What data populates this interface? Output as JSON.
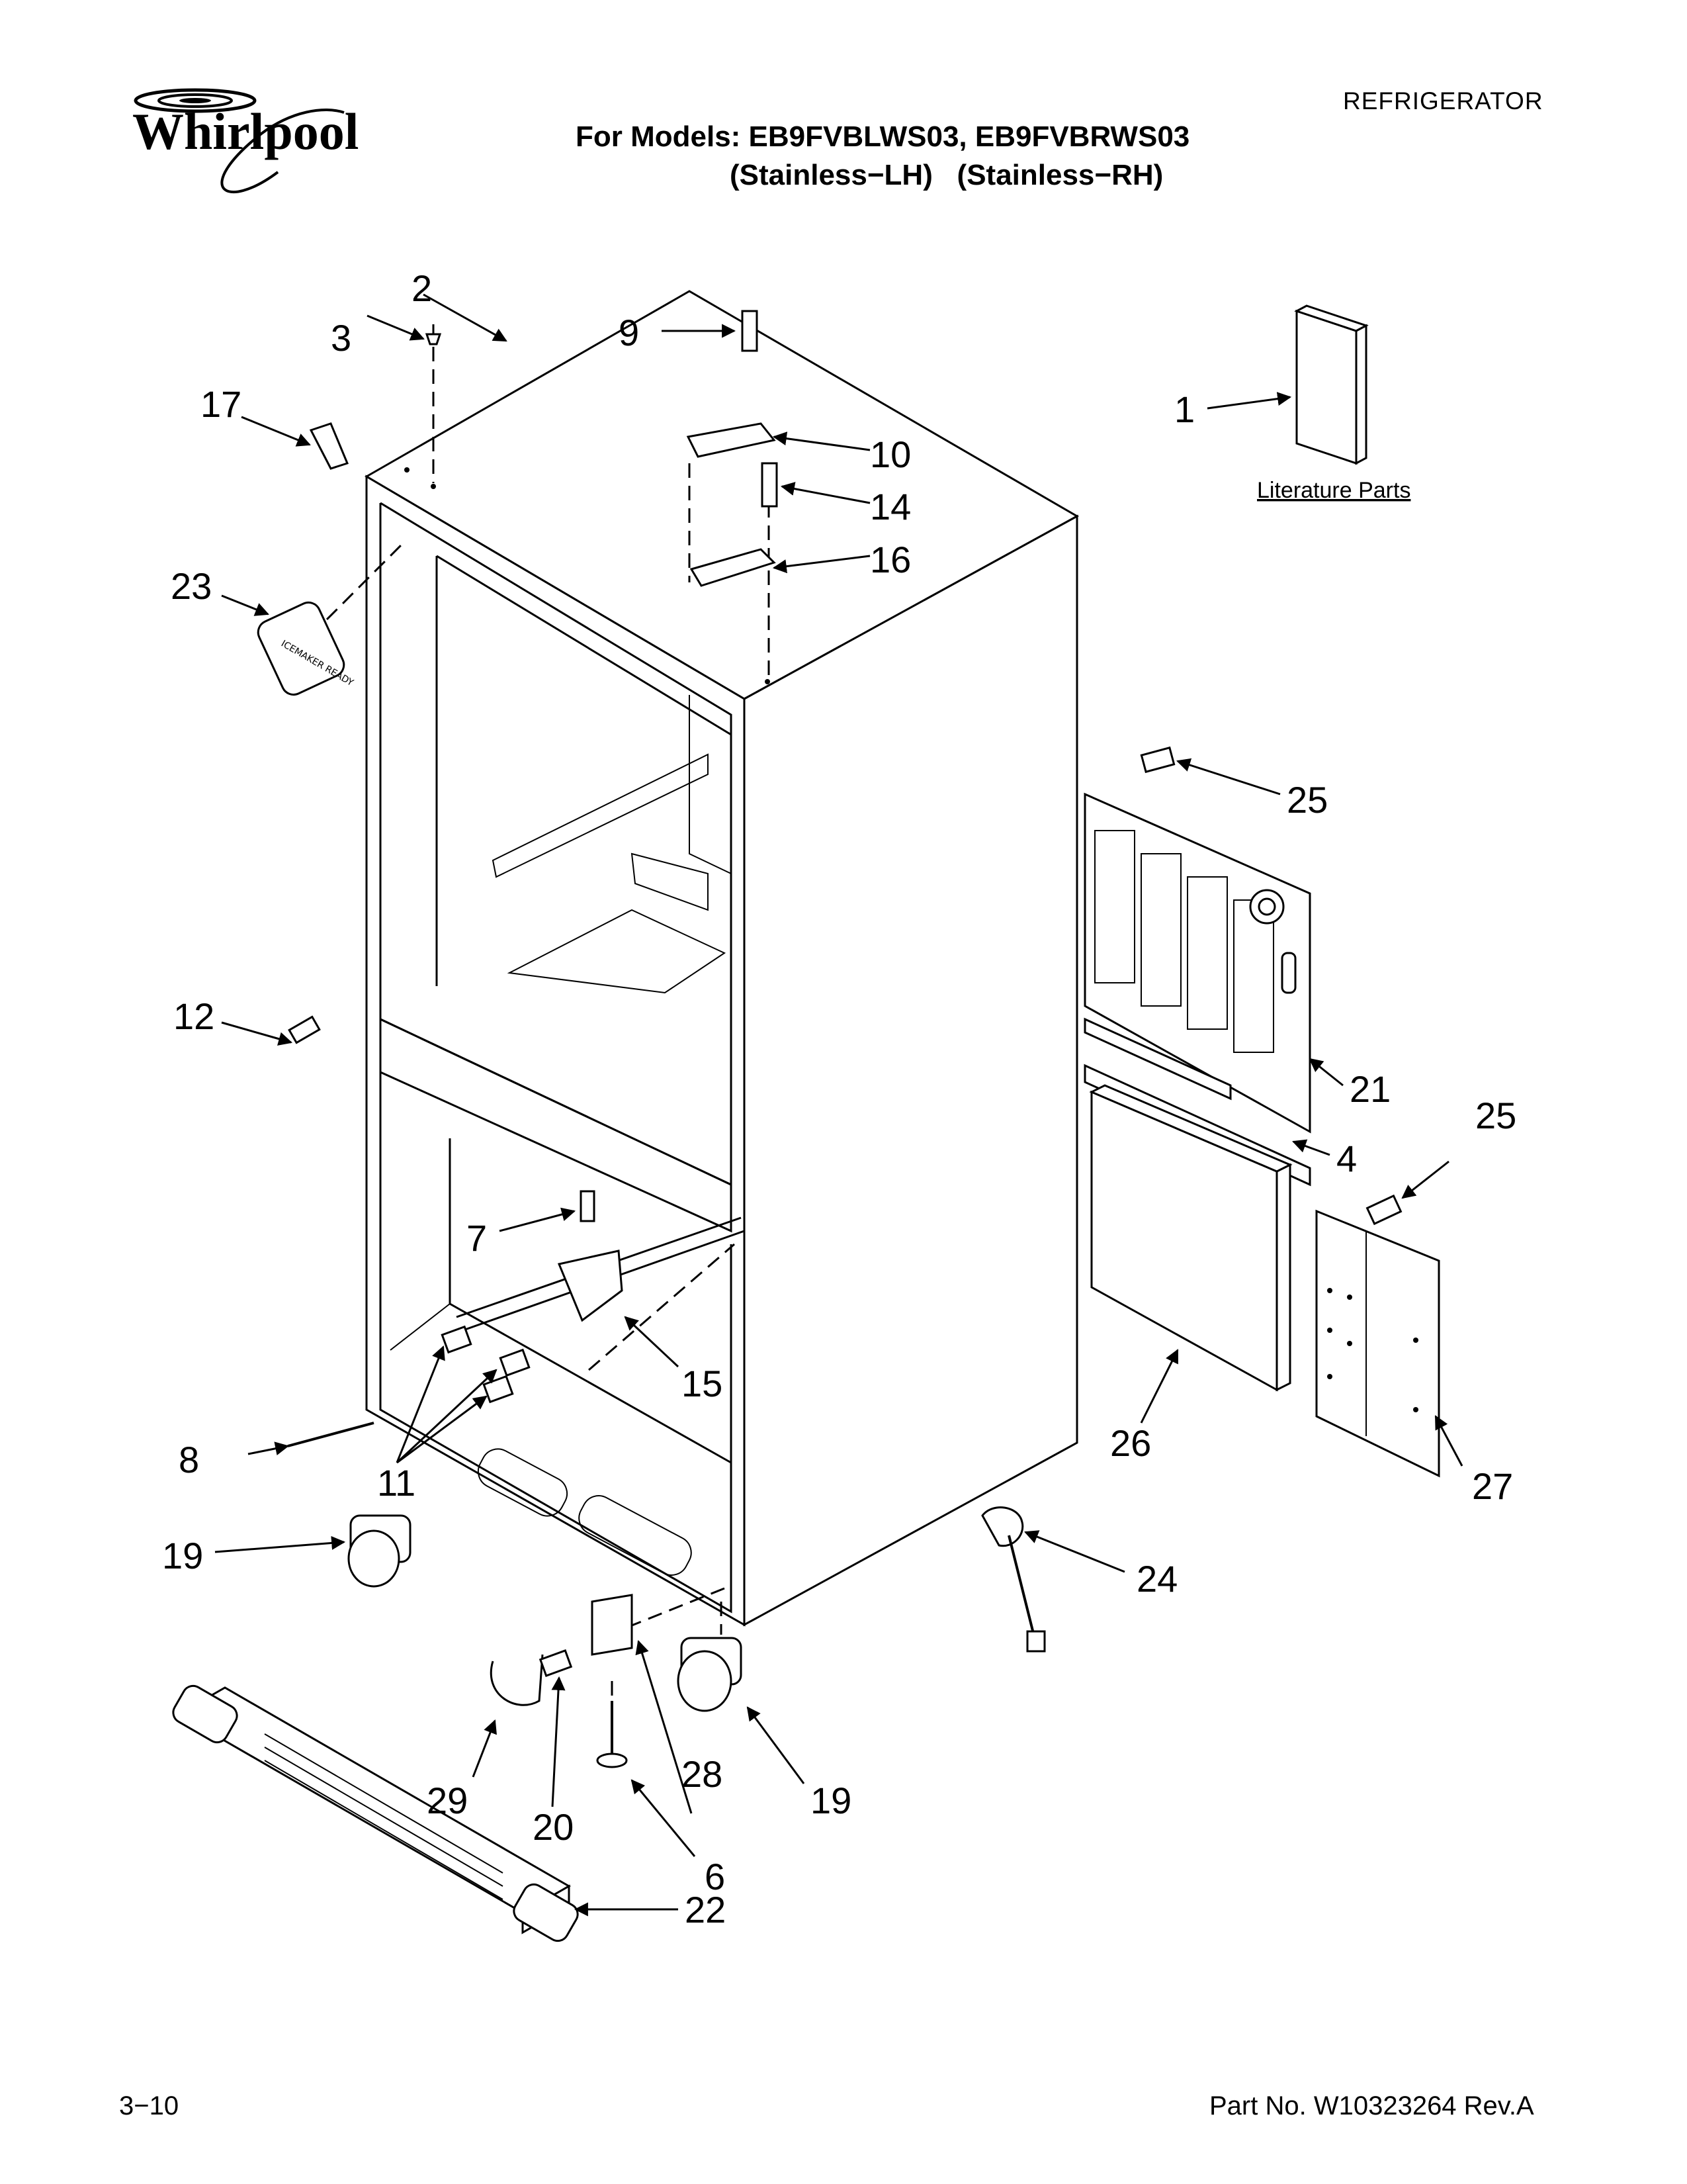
{
  "header": {
    "brand": "Whirlpool",
    "category": "REFRIGERATOR",
    "models_line": "For Models: EB9FVBLWS03, EB9FVBRWS03",
    "variants_line": "(Stainless−LH)   (Stainless−RH)"
  },
  "footer": {
    "page_number": "3−10",
    "part_number": "Part No. W10323264 Rev.A"
  },
  "literature_label": "Literature Parts",
  "callouts": {
    "c1": "1",
    "c2": "2",
    "c3": "3",
    "c4": "4",
    "c6": "6",
    "c7": "7",
    "c8": "8",
    "c9": "9",
    "c10": "10",
    "c11": "11",
    "c12": "12",
    "c14": "14",
    "c15": "15",
    "c16": "16",
    "c17": "17",
    "c19a": "19",
    "c19b": "19",
    "c20": "20",
    "c21": "21",
    "c22": "22",
    "c23": "23",
    "c24": "24",
    "c25a": "25",
    "c25b": "25",
    "c26": "26",
    "c27": "27",
    "c28": "28",
    "c29": "29"
  },
  "sticker_text": "ICEMAKER READY",
  "colors": {
    "ink": "#000000",
    "paper": "#ffffff"
  }
}
